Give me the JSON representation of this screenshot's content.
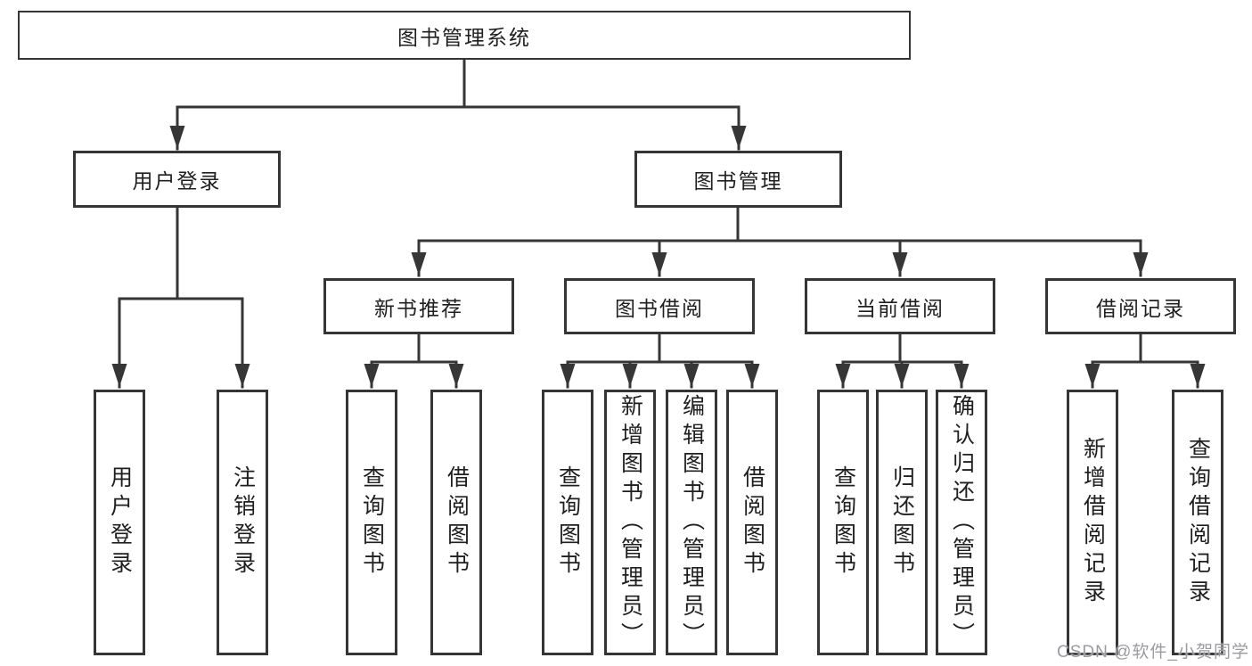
{
  "tree": {
    "label": "图书管理系统",
    "children": [
      {
        "label": "用户登录",
        "children": [
          {
            "label": "用户登录"
          },
          {
            "label": "注销登录"
          }
        ]
      },
      {
        "label": "图书管理",
        "children": [
          {
            "label": "新书推荐",
            "children": [
              {
                "label": "查询图书"
              },
              {
                "label": "借阅图书"
              }
            ]
          },
          {
            "label": "图书借阅",
            "children": [
              {
                "label": "查询图书"
              },
              {
                "label": "新增图书（管理员）"
              },
              {
                "label": "编辑图书（管理员）"
              },
              {
                "label": "借阅图书"
              }
            ]
          },
          {
            "label": "当前借阅",
            "children": [
              {
                "label": "查询图书"
              },
              {
                "label": "归还图书"
              },
              {
                "label": "确认归还（管理员）"
              }
            ]
          },
          {
            "label": "借阅记录",
            "children": [
              {
                "label": "新增借阅记录"
              },
              {
                "label": "查询借阅记录"
              }
            ]
          }
        ]
      }
    ]
  },
  "watermark": {
    "text": "CSDN @软件_小贺同学"
  },
  "colors": {
    "line": "#363636",
    "box_border": "#353535",
    "text": "#1f1f1f",
    "watermark": "#9b9ba1",
    "background": "#ffffff"
  }
}
